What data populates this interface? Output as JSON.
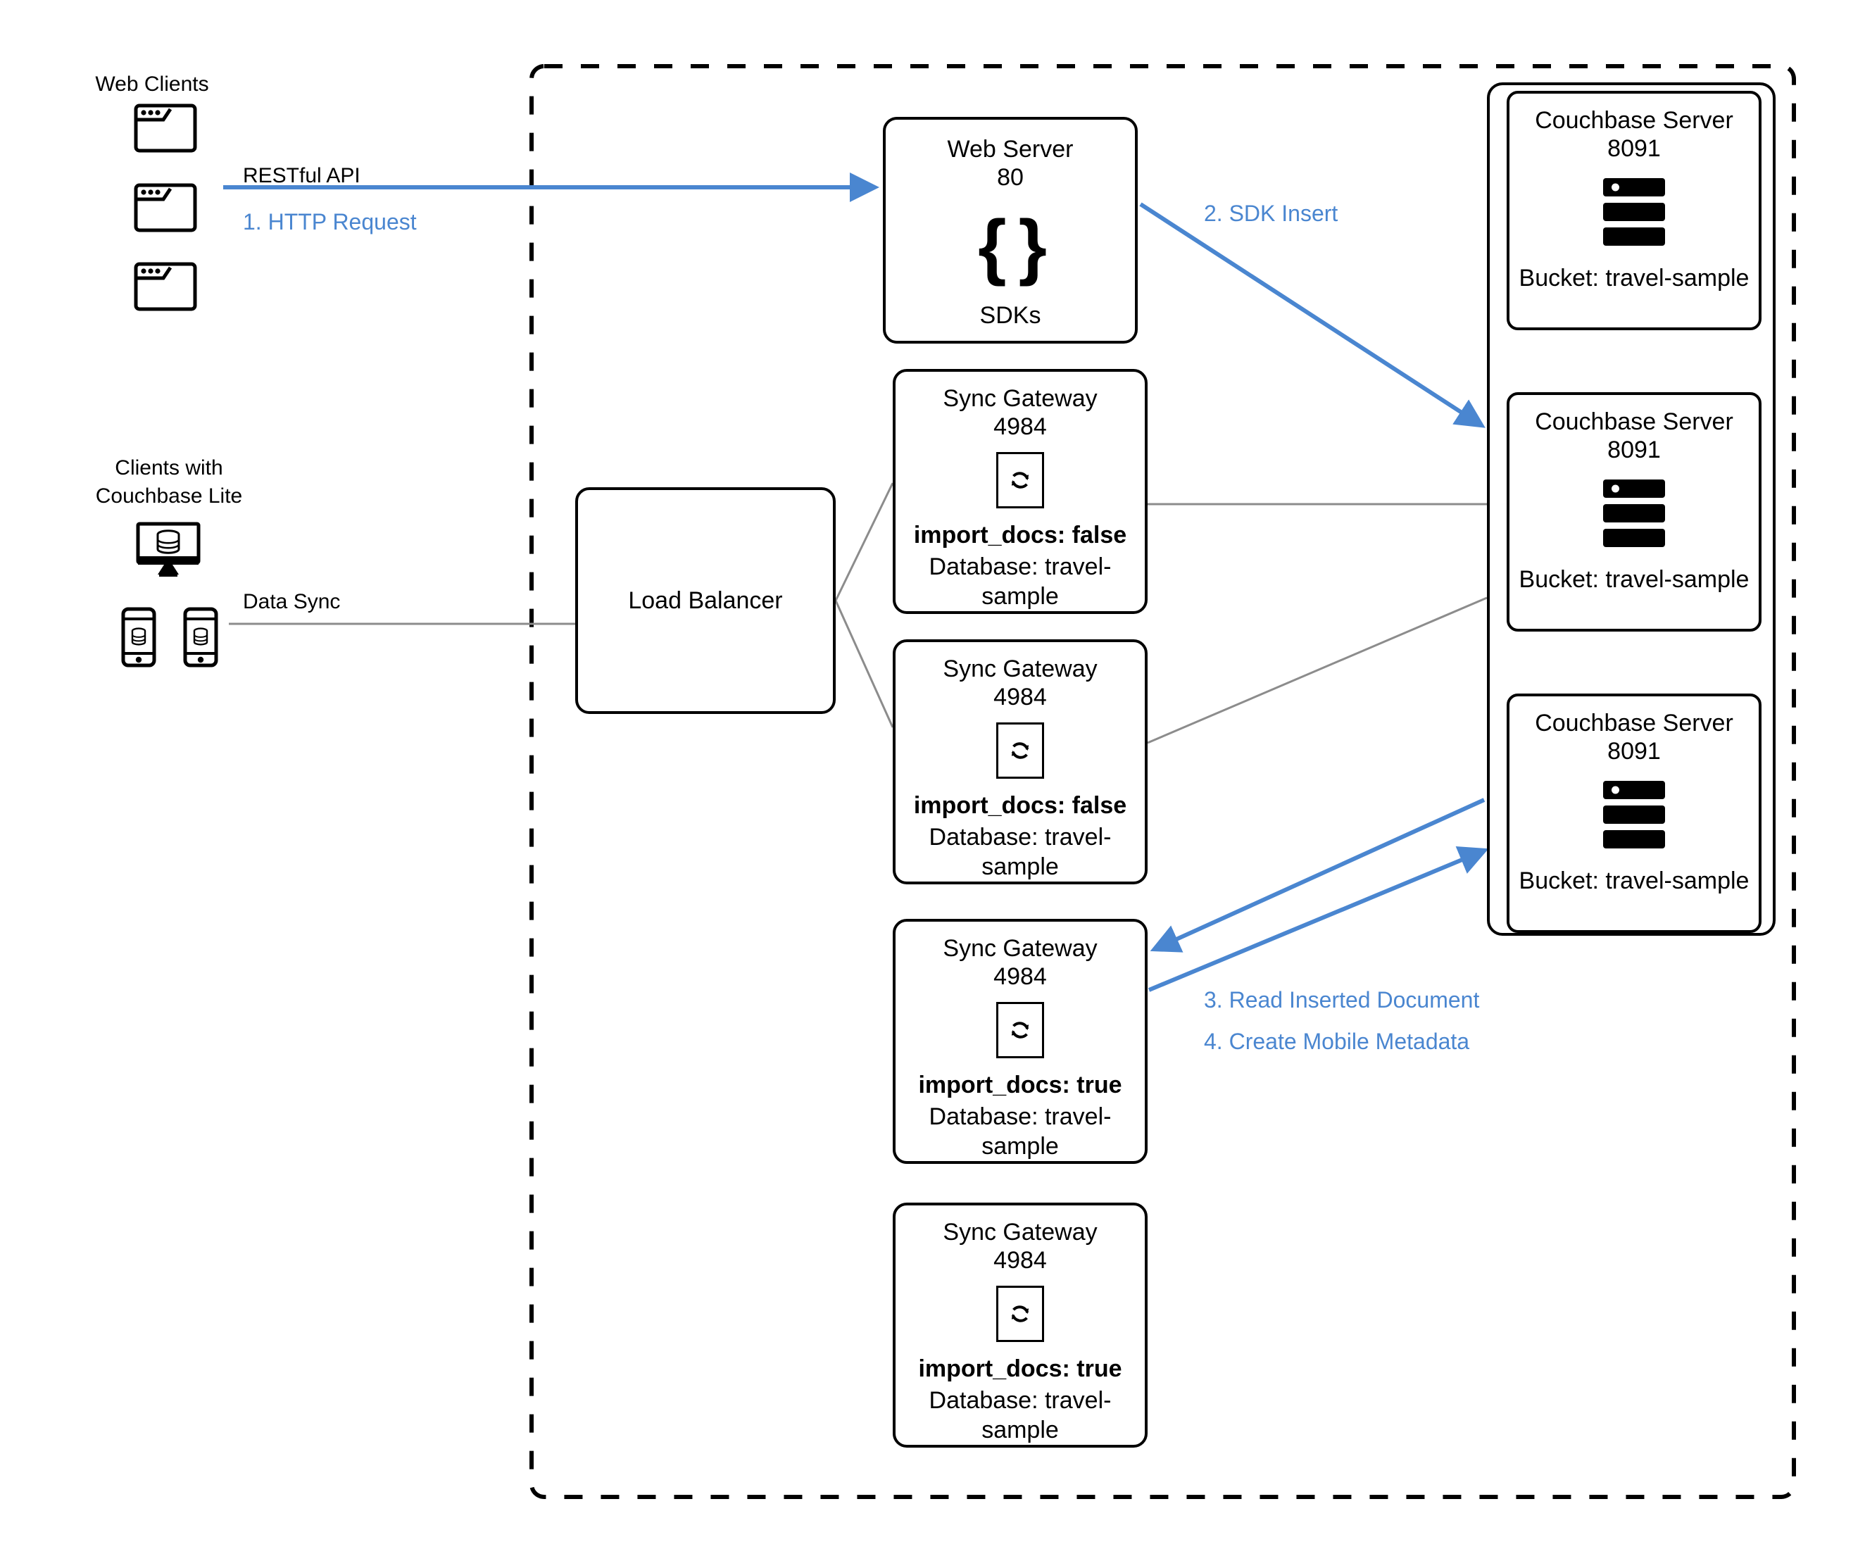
{
  "diagram": {
    "title_absent": true,
    "accent_blue": "#4a86d0",
    "line_gray": "#8c8c8c",
    "line_black": "#000000"
  },
  "clients": {
    "web_clients_label": "Web Clients",
    "mobile_clients_label": "Clients with\nCouchbase Lite",
    "browser_icon_names": [
      "browser-window-icon",
      "browser-window-icon",
      "browser-window-icon"
    ],
    "desktop_icon_name": "desktop-database-icon",
    "phone_icon_names": [
      "phone-database-icon",
      "phone-database-icon"
    ]
  },
  "edges": {
    "restful_api": "RESTful API",
    "http_request": "1. HTTP Request",
    "data_sync": "Data Sync",
    "sdk_insert": "2. SDK Insert",
    "read_inserted_document": "3. Read Inserted Document",
    "create_mobile_metadata": "4. Create Mobile Metadata"
  },
  "load_balancer": {
    "label": "Load Balancer"
  },
  "web_server": {
    "title": "Web Server\n80",
    "name": "Web Server",
    "port": "80",
    "code_glyph": "{ }",
    "footer": "SDKs"
  },
  "sync_gateways": [
    {
      "title": "Sync Gateway\n4984",
      "name": "Sync Gateway",
      "port": "4984",
      "import_docs": "import_docs: false",
      "database": "Database: travel-sample",
      "icon": "sync-arrows-icon"
    },
    {
      "title": "Sync Gateway\n4984",
      "name": "Sync Gateway",
      "port": "4984",
      "import_docs": "import_docs: false",
      "database": "Database: travel-sample",
      "icon": "sync-arrows-icon"
    },
    {
      "title": "Sync Gateway\n4984",
      "name": "Sync Gateway",
      "port": "4984",
      "import_docs": "import_docs: true",
      "database": "Database: travel-sample",
      "icon": "sync-arrows-icon"
    },
    {
      "title": "Sync Gateway\n4984",
      "name": "Sync Gateway",
      "port": "4984",
      "import_docs": "import_docs: true",
      "database": "Database: travel-sample",
      "icon": "sync-arrows-icon"
    }
  ],
  "couchbase_servers": [
    {
      "title": "Couchbase Server\n8091",
      "name": "Couchbase Server",
      "port": "8091",
      "bucket": "Bucket: travel-sample",
      "icon": "server-rack-icon"
    },
    {
      "title": "Couchbase Server\n8091",
      "name": "Couchbase Server",
      "port": "8091",
      "bucket": "Bucket: travel-sample",
      "icon": "server-rack-icon"
    },
    {
      "title": "Couchbase Server\n8091",
      "name": "Couchbase Server",
      "port": "8091",
      "bucket": "Bucket: travel-sample",
      "icon": "server-rack-icon"
    }
  ]
}
